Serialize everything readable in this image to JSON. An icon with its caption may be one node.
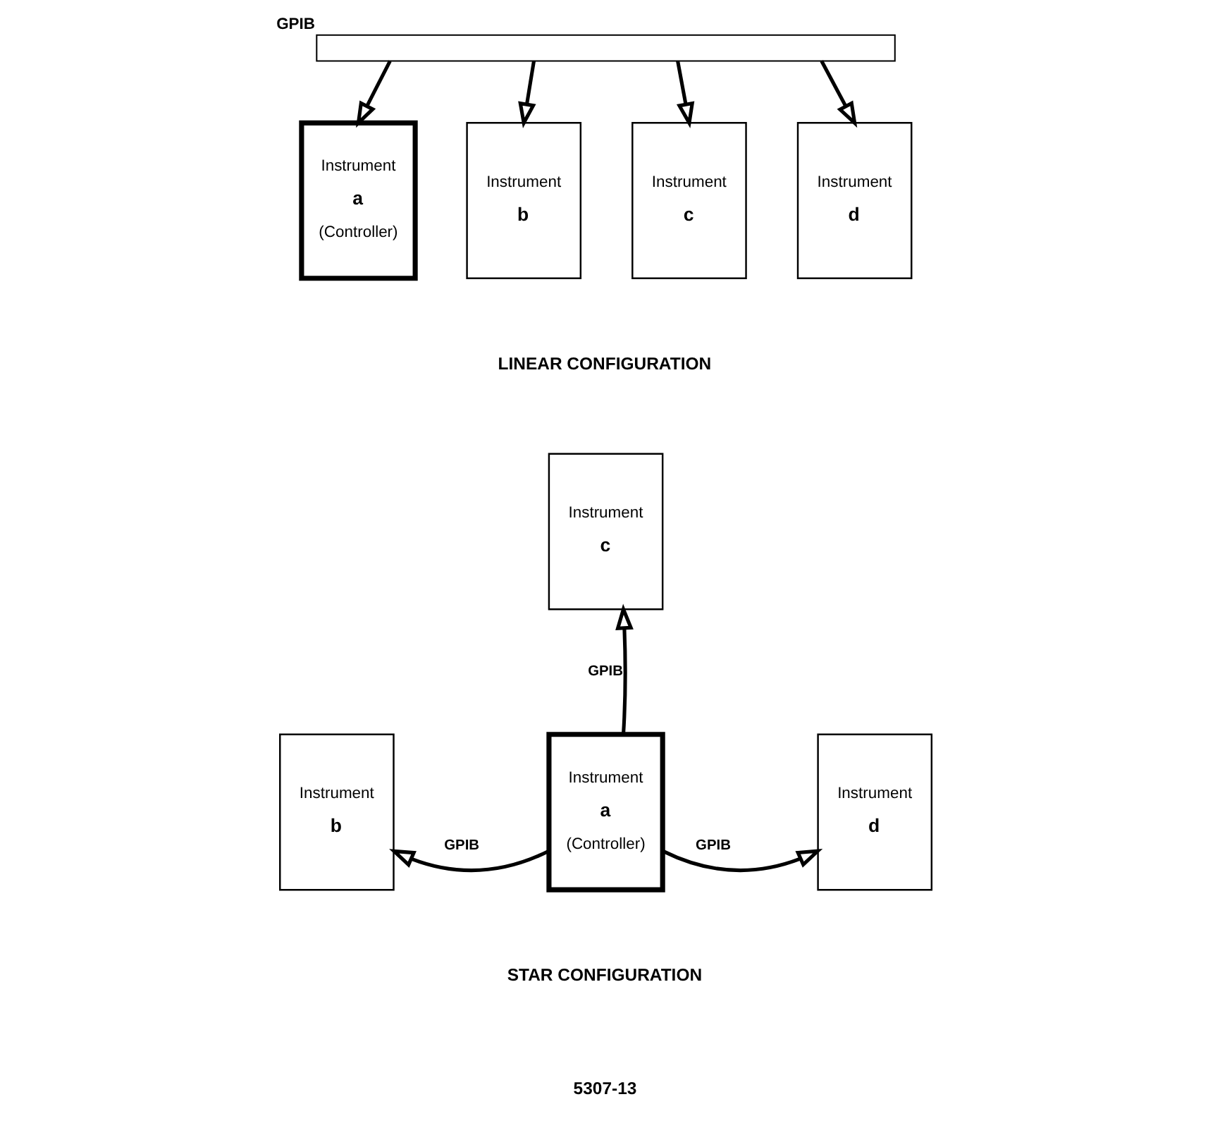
{
  "diagram": {
    "nodes": [
      {
        "text": [],
        "shape": "bar",
        "beside": [
          "GPIB"
        ]
      },
      {
        "text": [
          "Instrument",
          "a",
          "(Controller)"
        ]
      },
      {
        "text": [
          "Instrument",
          "b"
        ]
      },
      {
        "text": [
          "Instrument",
          "c"
        ]
      },
      {
        "text": [
          "Instrument",
          "d"
        ]
      },
      {
        "text": [
          "Instrument",
          "c"
        ]
      },
      {
        "text": [
          "Instrument",
          "b"
        ]
      },
      {
        "text": [
          "Instrument",
          "a",
          "(Controller)"
        ]
      },
      {
        "text": [
          "Instrument",
          "d"
        ]
      }
    ],
    "edges": [
      {
        "from": 0,
        "to": 1,
        "arrow": "to"
      },
      {
        "from": 0,
        "to": 2,
        "arrow": "to"
      },
      {
        "from": 0,
        "to": 3,
        "arrow": "to"
      },
      {
        "from": 0,
        "to": 4,
        "arrow": "to"
      },
      {
        "from": 7,
        "to": 5,
        "arrow": "to",
        "label": "GPIB"
      },
      {
        "from": 7,
        "to": 6,
        "arrow": "to",
        "label": "GPIB"
      },
      {
        "from": 7,
        "to": 8,
        "arrow": "to",
        "label": "GPIB"
      }
    ],
    "labels": [
      "LINEAR CONFIGURATION",
      "STAR CONFIGURATION",
      "5307-13"
    ]
  }
}
